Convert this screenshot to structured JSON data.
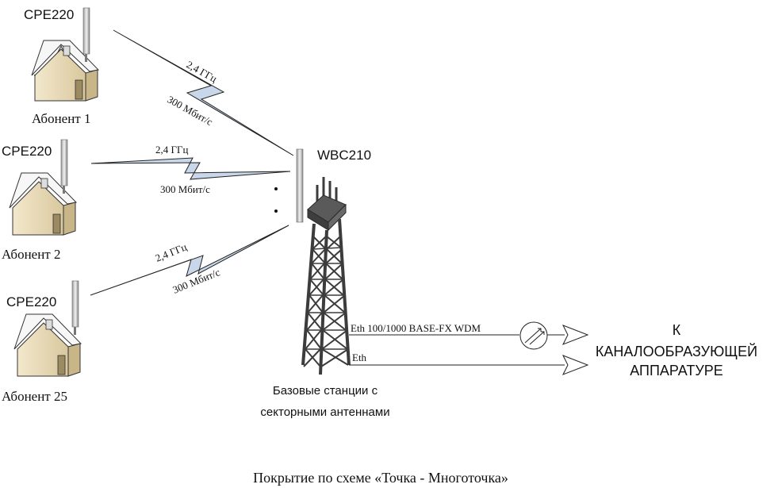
{
  "subscribers": [
    {
      "device": "CPE220",
      "name": "Абонент 1"
    },
    {
      "device": "CPE220",
      "name": "Абонент 2"
    },
    {
      "device": "CPE220",
      "name": "Абонент 25"
    }
  ],
  "links": [
    {
      "freq": "2,4  ГГц",
      "rate": "300 Мбит/с"
    },
    {
      "freq": "2,4  ГГц",
      "rate": "300 Мбит/с"
    },
    {
      "freq": "2,4  ГГц",
      "rate": "300 Мбит/с"
    }
  ],
  "base": {
    "device": "WBC210",
    "caption_line1": "Базовые станции  с",
    "caption_line2": "секторными антеннами"
  },
  "uplinks": {
    "fiber_label": "Eth 100/1000 BASE-FX WDM",
    "eth_label": "Eth"
  },
  "destination": {
    "line1": "К",
    "line2": "КАНАЛООБРАЗУЮЩЕЙ",
    "line3": "АППАРАТУРЕ"
  },
  "footer": {
    "caption": "Покрытие по схеме «Точка - Многоточка»"
  },
  "colors": {
    "bolt_fill": "#c9d7ea",
    "house_wall": "#efe3c4",
    "house_roof": "#f7f7f7",
    "tower": "#4a4a4a"
  }
}
